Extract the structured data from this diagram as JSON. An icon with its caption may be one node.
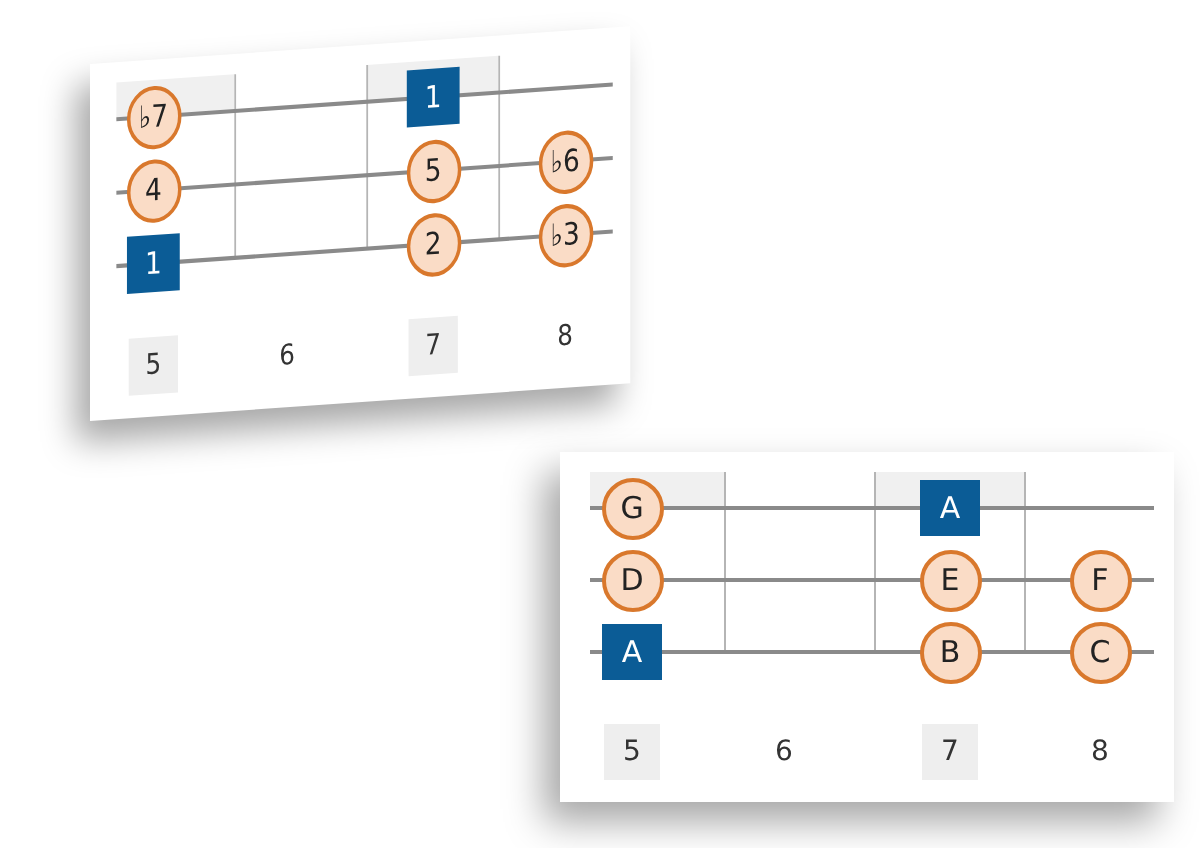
{
  "diagram": {
    "nodes": [
      {
        "text": [],
        "shape": "box"
      },
      {
        "text": [
          "♭7"
        ],
        "in": 0
      },
      {
        "text": [
          "1"
        ],
        "in": 0
      },
      {
        "text": [
          "4"
        ],
        "in": 0
      },
      {
        "text": [
          "5"
        ],
        "in": 0
      },
      {
        "text": [
          "♭6"
        ],
        "in": 0
      },
      {
        "text": [
          "1"
        ],
        "in": 0
      },
      {
        "text": [
          "2"
        ],
        "in": 0
      },
      {
        "text": [
          "♭3"
        ],
        "in": 0
      },
      {
        "text": [],
        "shape": "box"
      },
      {
        "text": [
          "G"
        ],
        "in": 9
      },
      {
        "text": [
          "A"
        ],
        "in": 9
      },
      {
        "text": [
          "D"
        ],
        "in": 9
      },
      {
        "text": [
          "E"
        ],
        "in": 9
      },
      {
        "text": [
          "F"
        ],
        "in": 9
      },
      {
        "text": [
          "A"
        ],
        "in": 9
      },
      {
        "text": [
          "B"
        ],
        "in": 9
      },
      {
        "text": [
          "C"
        ],
        "in": 9
      }
    ],
    "edges": [],
    "labels": [
      "5",
      "6",
      "7",
      "8",
      "5",
      "6",
      "7",
      "8"
    ]
  }
}
